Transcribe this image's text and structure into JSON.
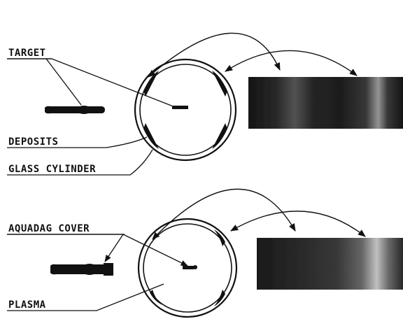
{
  "labels": {
    "target": "TARGET",
    "deposits": "DEPOSITS",
    "glass_cylinder": "GLASS CYLINDER",
    "aquadag_cover": "AQUADAG COVER",
    "plasma": "PLASMA"
  },
  "colors": {
    "ink": "#111111",
    "paper": "#ffffff",
    "film_dark": "#1a1a1a",
    "film_light": "#8a8a8a"
  }
}
